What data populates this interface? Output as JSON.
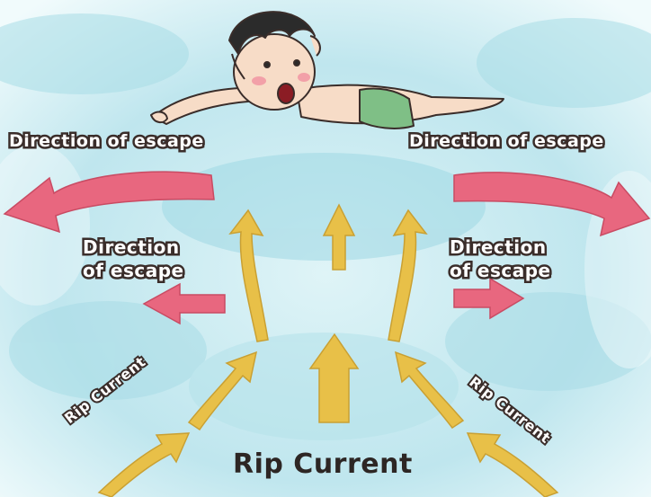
{
  "labels": {
    "escape_top_left": "Direction of escape",
    "escape_top_right": "Direction of escape",
    "escape_mid_left_line1": "Direction",
    "escape_mid_left_line2": "of escape",
    "escape_mid_right_line1": "Direction",
    "escape_mid_right_line2": "of escape",
    "rip_left": "Rip Current",
    "rip_right": "Rip Current",
    "title": "Rip Current"
  },
  "colors": {
    "water": "#bfe6ee",
    "water_deep": "#8fd2e0",
    "escape_arrow": "#e8677f",
    "current_arrow": "#e8c048",
    "outline": "#3a2d2a"
  },
  "illustration": "swimmer-icon"
}
